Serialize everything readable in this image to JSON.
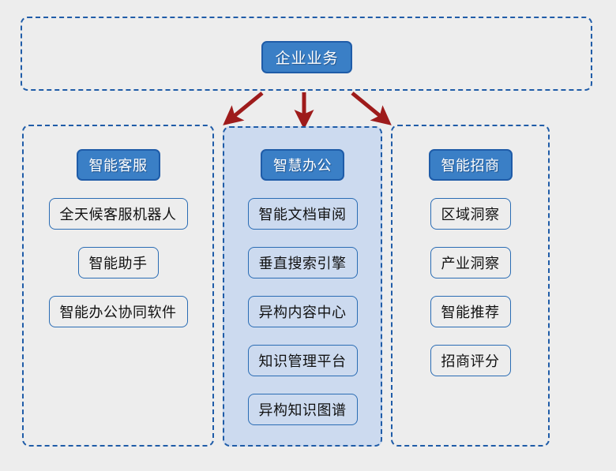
{
  "diagram": {
    "root": {
      "label": "企业业务"
    },
    "arrows": [
      {
        "name": "arrow-to-left-branch",
        "direction": "down-left"
      },
      {
        "name": "arrow-to-middle-branch",
        "direction": "down"
      },
      {
        "name": "arrow-to-right-branch",
        "direction": "down-right"
      }
    ],
    "branches": [
      {
        "id": "intelligent-customer-service",
        "header": "智能客服",
        "items": [
          "全天候客服机器人",
          "智能助手",
          "智能办公协同软件"
        ]
      },
      {
        "id": "smart-office",
        "header": "智慧办公",
        "items": [
          "智能文档审阅",
          "垂直搜索引擎",
          "异构内容中心",
          "知识管理平台",
          "异构知识图谱"
        ]
      },
      {
        "id": "intelligent-investment-promotion",
        "header": "智能招商",
        "items": [
          "区域洞察",
          "产业洞察",
          "智能推荐",
          "招商评分"
        ]
      }
    ]
  },
  "colors": {
    "background": "#ededed",
    "node_fill": "#3a7fc6",
    "node_border": "#1f5ca8",
    "node_text": "#ffffff",
    "item_border": "#2a6cb4",
    "item_text": "#111111",
    "panel_fill": "#ccdaef",
    "arrow": "#9e1b1b"
  }
}
